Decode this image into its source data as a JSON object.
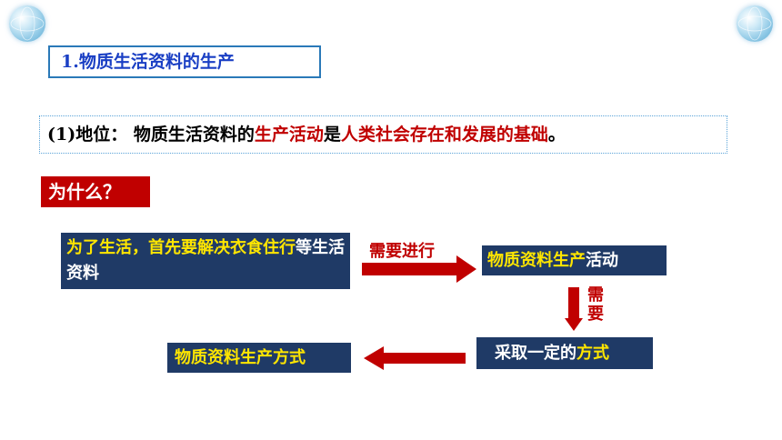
{
  "title": {
    "num": "1.",
    "text": "物质生活资料的生产"
  },
  "point": {
    "prefix": "(1)",
    "label": "地位：",
    "text_a": "物质生活资料的",
    "highlight_a": "生产活动",
    "text_b": "是",
    "highlight_b": "人类社会存在和发展的基础",
    "end": "。"
  },
  "why": "为什么？",
  "flow": {
    "box1": {
      "part1": "为了生活，首先要解决",
      "part2": "衣食住",
      "part3": "行",
      "part4": "等生活资料"
    },
    "arrow1_label": "需要进行",
    "box2": {
      "highlight": "物质资料生产",
      "rest": "活动"
    },
    "arrow2_label": "需要",
    "box3": {
      "rest": "采取一定的",
      "highlight": "方式"
    },
    "box4": "物质资料生产方式"
  },
  "colors": {
    "red": "#c00000",
    "navy": "#1f3a66",
    "yellow": "#ffe600",
    "title_blue": "#1a3fc4"
  }
}
